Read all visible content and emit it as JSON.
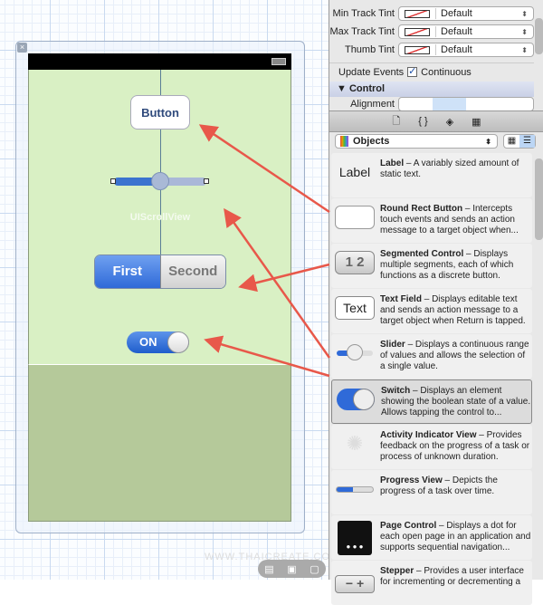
{
  "canvas": {
    "close_icon": "close-icon",
    "scroll_label": "UIScrollView",
    "button_label": "Button",
    "segments": [
      "First",
      "Second"
    ],
    "selected_segment": 0,
    "switch_label": "ON",
    "switch_on": true,
    "slider_value": 0.5,
    "watermark": "WWW.THAICREATE.CO"
  },
  "inspector": {
    "rows": [
      {
        "label": "Min Track Tint",
        "value": "Default"
      },
      {
        "label": "Max Track Tint",
        "value": "Default"
      },
      {
        "label": "Thumb Tint",
        "value": "Default"
      }
    ],
    "update_events_label": "Update Events",
    "continuous_label": "Continuous",
    "continuous_checked": true,
    "section": "Control",
    "alignment_label": "Alignment"
  },
  "library": {
    "selector": "Objects",
    "tabs": [
      "file-icon",
      "braces-icon",
      "cube-icon",
      "film-icon"
    ],
    "items": [
      {
        "name": "Label",
        "desc": "A variably sized amount of static text.",
        "thumb": "Label"
      },
      {
        "name": "Round Rect Button",
        "desc": "Intercepts touch events and sends an action message to a target object when...",
        "thumb": ""
      },
      {
        "name": "Segmented Control",
        "desc": "Displays multiple segments, each of which functions as a discrete button.",
        "thumb": "1 2"
      },
      {
        "name": "Text Field",
        "desc": "Displays editable text and sends an action message to a target object when Return is tapped.",
        "thumb": "Text"
      },
      {
        "name": "Slider",
        "desc": "Displays a continuous range of values and allows the selection of a single value.",
        "thumb": ""
      },
      {
        "name": "Switch",
        "desc": "Displays an element showing the boolean state of a value. Allows tapping the control to...",
        "thumb": ""
      },
      {
        "name": "Activity Indicator View",
        "desc": "Provides feedback on the progress of a task or process of unknown duration.",
        "thumb": ""
      },
      {
        "name": "Progress View",
        "desc": "Depicts the progress of a task over time.",
        "thumb": ""
      },
      {
        "name": "Page Control",
        "desc": "Displays a dot for each open page in an application and supports sequential navigation...",
        "thumb": ""
      },
      {
        "name": "Stepper",
        "desc": "Provides a user interface for incrementing or decrementing a",
        "thumb": "− +"
      }
    ]
  },
  "colors": {
    "view_bg": "#d9f0c4",
    "accent": "#2f6ad8",
    "arrow": "#e8584a"
  }
}
